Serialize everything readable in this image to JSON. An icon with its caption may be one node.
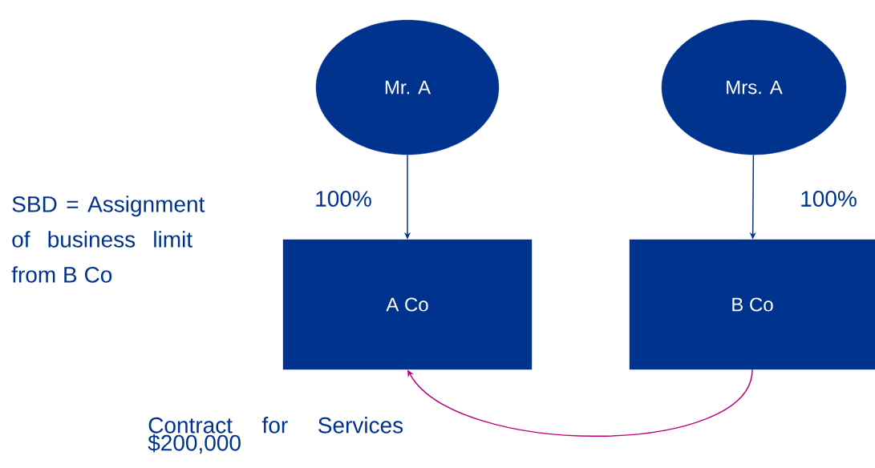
{
  "diagram": {
    "nodes": [
      {
        "text": [
          "Mr. A"
        ]
      },
      {
        "text": [
          "Mrs. A"
        ]
      },
      {
        "text": [
          "A Co"
        ]
      },
      {
        "text": [
          "B Co"
        ]
      }
    ],
    "edges": [
      {
        "from": 0,
        "to": 2,
        "arrow": "to",
        "label": "100%"
      },
      {
        "from": 1,
        "to": 3,
        "arrow": "to",
        "label": "100%"
      },
      {
        "from": 3,
        "to": 2,
        "arrow": "to",
        "label": "Contract for Services $200,000",
        "color": "#c0007a"
      }
    ],
    "labels": [
      "SBD = Assignment of business limit from B Co"
    ]
  }
}
